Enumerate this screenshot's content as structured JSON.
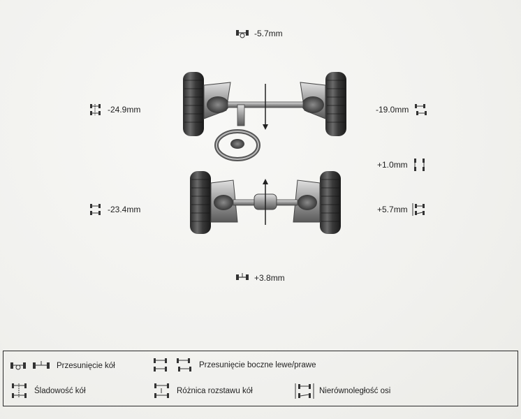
{
  "measurements": {
    "front_setback": "-5.7mm",
    "front_left": "-24.9mm",
    "front_right": "-19.0mm",
    "right_middle": "+1.0mm",
    "rear_left": "-23.4mm",
    "rear_right": "+5.7mm",
    "rear_setback": "+3.8mm"
  },
  "legend": {
    "setback": "Przesunięcie kół",
    "lateral_offset": "Przesunięcie boczne lewe/prawe",
    "track_width": "Śladowość kół",
    "wheelbase_diff": "Różnica rozstawu kół",
    "axle_parallelism": "Nierównoległość osi"
  },
  "icons": {
    "setback": "setback-icon",
    "lateral_offset": "lateral-offset-icon",
    "track_width": "track-width-icon",
    "wheelbase_diff": "wheelbase-difference-icon",
    "axle_parallelism": "axle-parallelism-icon"
  }
}
